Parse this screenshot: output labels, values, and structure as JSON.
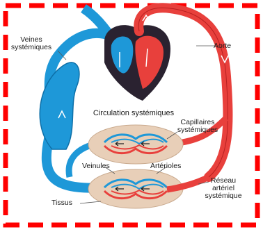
{
  "labels": {
    "veines": [
      "Veines",
      "systémiques"
    ],
    "aorte": "Aorte",
    "circulation": "Circulation systémiques",
    "capillaires": [
      "Capillaires",
      "systémiques"
    ],
    "veinules": "Veinules",
    "arterioles": "Artérioles",
    "reseau": [
      "Réseau",
      "artériel",
      "systémique"
    ],
    "tissus": "Tissus"
  },
  "colors": {
    "frame": "#ff0000",
    "venous": "#1e98d8",
    "venous_dark": "#0d6fa8",
    "arterial": "#e8403c",
    "arterial_dark": "#b82020",
    "tissue": "#e8cfb8",
    "heart_dark": "#2a2230"
  }
}
